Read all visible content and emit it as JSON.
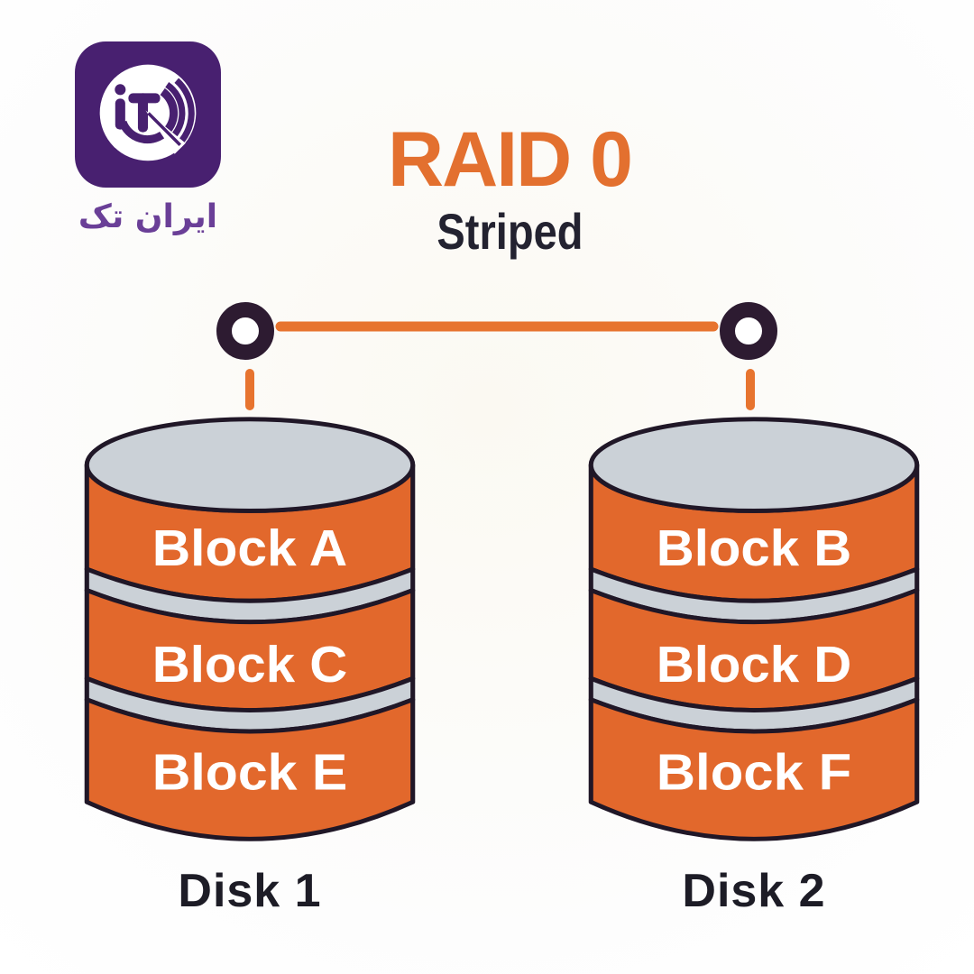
{
  "logo": {
    "brand_text": "ایران تک",
    "icon": "irantech-logo-icon",
    "square_color": "#482070",
    "text_color": "#6a3f97"
  },
  "header": {
    "title": "RAID 0",
    "subtitle": "Striped",
    "title_color": "#e3702f",
    "subtitle_color": "#232230"
  },
  "connector": {
    "node_color": "#2d1b31",
    "line_color": "#e7742f",
    "nodes": 2
  },
  "disks": [
    {
      "name": "Disk 1",
      "blocks": [
        "Block A",
        "Block C",
        "Block E"
      ]
    },
    {
      "name": "Disk 2",
      "blocks": [
        "Block B",
        "Block D",
        "Block F"
      ]
    }
  ],
  "colors": {
    "disk_body": "#e2682c",
    "disk_top": "#cbd1d7",
    "outline": "#201727",
    "background": "#fdfdfc"
  }
}
